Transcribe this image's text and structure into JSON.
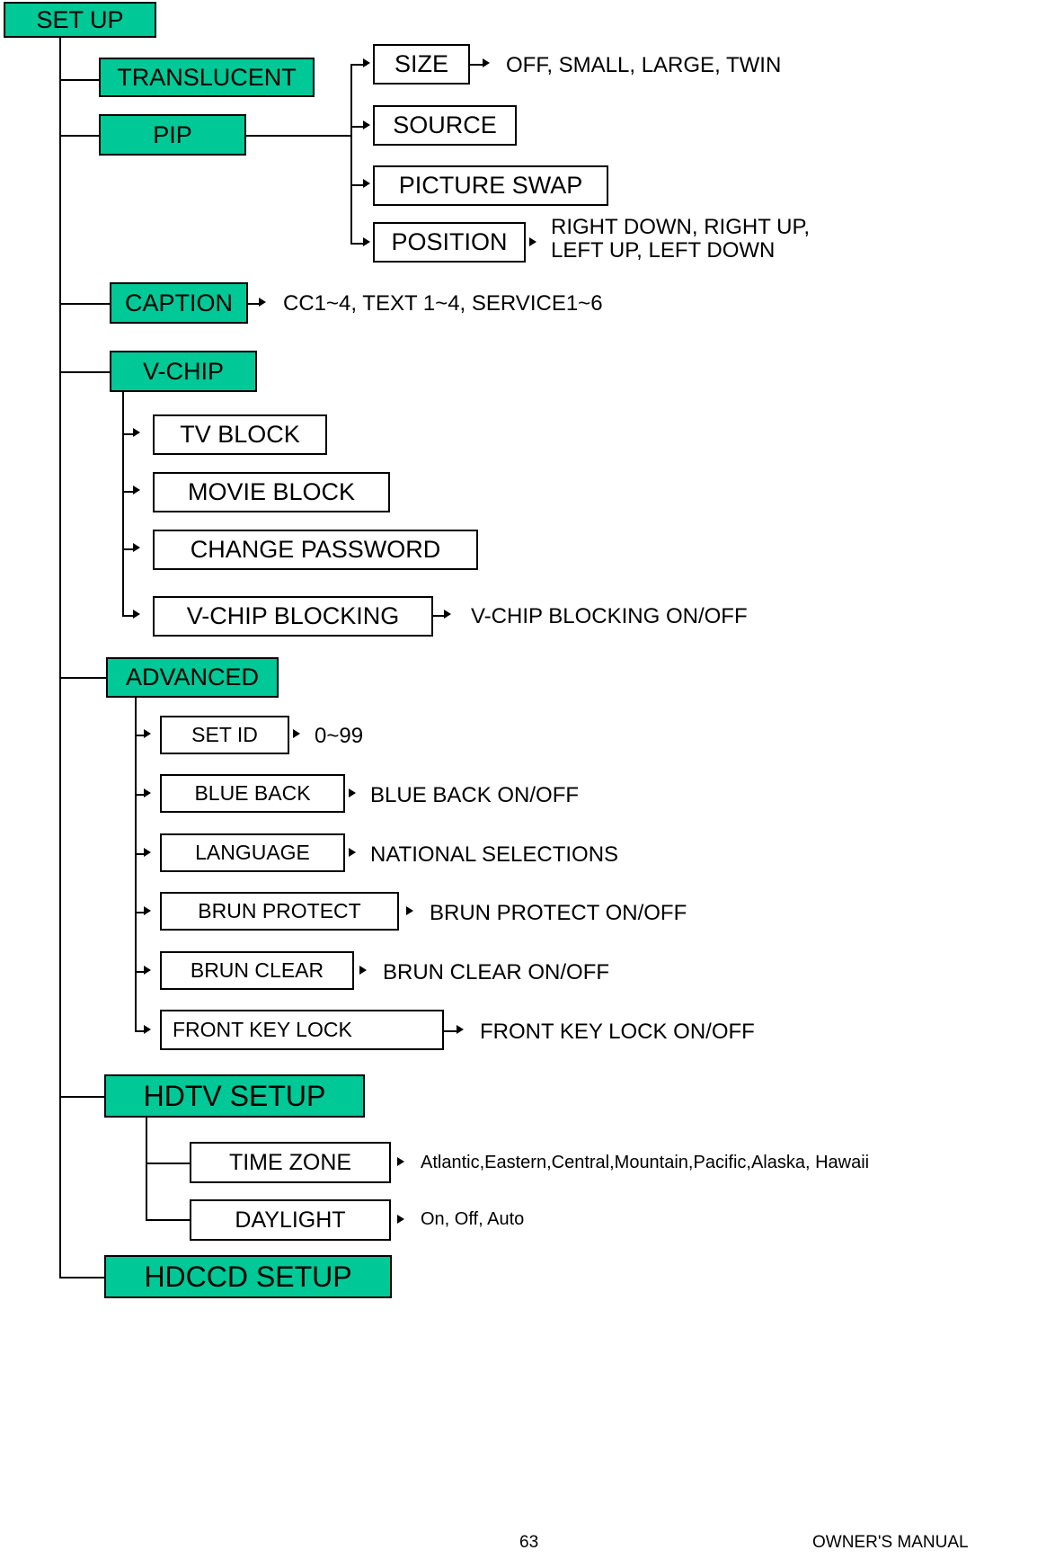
{
  "page": {
    "footer_page_number": "63",
    "footer_label": "OWNER'S MANUAL",
    "accent_color": "#00C896",
    "line_color": "#000000",
    "background_color": "#FFFFFF"
  },
  "diagram": {
    "type": "menu-tree",
    "root": {
      "label": "SET UP",
      "highlighted": true
    },
    "nodes": {
      "translucent": {
        "label": "TRANSLUCENT",
        "highlighted": true
      },
      "pip": {
        "label": "PIP",
        "highlighted": true
      },
      "pip_size": {
        "label": "SIZE",
        "highlighted": false
      },
      "pip_source": {
        "label": "SOURCE",
        "highlighted": false
      },
      "pip_swap": {
        "label": "PICTURE SWAP",
        "highlighted": false
      },
      "pip_position": {
        "label": "POSITION",
        "highlighted": false
      },
      "caption": {
        "label": "CAPTION",
        "highlighted": true
      },
      "vchip": {
        "label": "V-CHIP",
        "highlighted": true
      },
      "tv_block": {
        "label": "TV BLOCK",
        "highlighted": false
      },
      "movie_block": {
        "label": "MOVIE BLOCK",
        "highlighted": false
      },
      "change_password": {
        "label": "CHANGE PASSWORD",
        "highlighted": false
      },
      "vchip_blocking": {
        "label": "V-CHIP BLOCKING",
        "highlighted": false
      },
      "advanced": {
        "label": "ADVANCED",
        "highlighted": true
      },
      "set_id": {
        "label": "SET ID",
        "highlighted": false
      },
      "blue_back": {
        "label": "BLUE BACK",
        "highlighted": false
      },
      "language": {
        "label": "LANGUAGE",
        "highlighted": false
      },
      "brun_protect": {
        "label": "BRUN PROTECT",
        "highlighted": false
      },
      "brun_clear": {
        "label": "BRUN CLEAR",
        "highlighted": false
      },
      "front_key_lock": {
        "label": "FRONT KEY LOCK",
        "highlighted": false
      },
      "hdtv_setup": {
        "label": "HDTV SETUP",
        "highlighted": true
      },
      "time_zone": {
        "label": "TIME ZONE",
        "highlighted": false
      },
      "daylight": {
        "label": "DAYLIGHT",
        "highlighted": false
      },
      "hdccd_setup": {
        "label": "HDCCD SETUP",
        "highlighted": true
      }
    },
    "values": {
      "pip_size_values": "OFF, SMALL, LARGE, TWIN",
      "pip_position_line1": "RIGHT DOWN, RIGHT UP,",
      "pip_position_line2": "LEFT UP, LEFT DOWN",
      "caption_values": "CC1~4, TEXT 1~4, SERVICE1~6",
      "vchip_blocking_values": "V-CHIP BLOCKING ON/OFF",
      "set_id_values": "0~99",
      "blue_back_values": "BLUE BACK ON/OFF",
      "language_values": "NATIONAL SELECTIONS",
      "brun_protect_values": "BRUN PROTECT ON/OFF",
      "brun_clear_values": "BRUN CLEAR ON/OFF",
      "front_key_lock_values": "FRONT KEY LOCK ON/OFF",
      "time_zone_values": "Atlantic,Eastern,Central,Mountain,Pacific,Alaska, Hawaii",
      "daylight_values": "On, Off, Auto"
    }
  }
}
